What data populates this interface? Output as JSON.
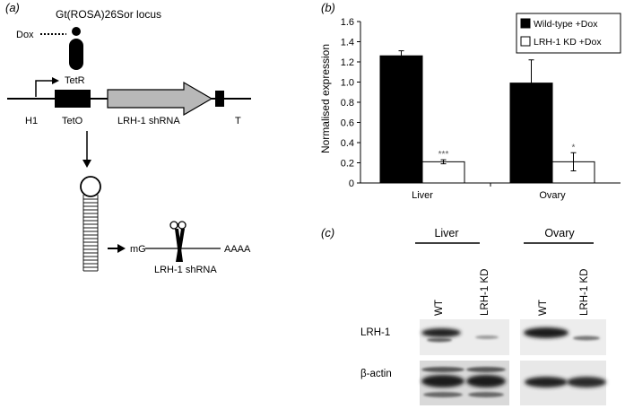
{
  "panel_a": {
    "label": "(a)",
    "locus_title": "Gt(ROSA)26Sor locus",
    "dox_label": "Dox",
    "tetr_label": "TetR",
    "h1_label": "H1",
    "teto_label": "TetO",
    "shrna_label": "LRH-1 shRNA",
    "t_label": "T",
    "mg_label": "mG",
    "polya_label": "AAAA",
    "mrna_label": "LRH-1 shRNA"
  },
  "panel_b": {
    "label": "(b)",
    "chart_data": {
      "type": "bar",
      "categories": [
        "Liver",
        "Ovary"
      ],
      "series": [
        {
          "name": "Wild-type +Dox",
          "values": [
            1.26,
            0.99
          ],
          "errors": [
            0.05,
            0.23
          ],
          "color": "#000000"
        },
        {
          "name": "LRH-1 KD +Dox",
          "values": [
            0.21,
            0.21
          ],
          "errors": [
            0.02,
            0.09
          ],
          "color": "#ffffff"
        }
      ],
      "significance": [
        "***",
        "*"
      ],
      "ylabel": "Normalised expression",
      "xlabel": "",
      "ylim": [
        0,
        1.6
      ],
      "yticks": [
        "0",
        "0.2",
        "0.4",
        "0.6",
        "0.8",
        "1.0",
        "1.2",
        "1.4",
        "1.6"
      ],
      "grid": false,
      "legend_position": "top-right"
    }
  },
  "panel_c": {
    "label": "(c)",
    "group_labels": [
      "Liver",
      "Ovary"
    ],
    "lane_labels": [
      "WT",
      "LRH-1 KD",
      "WT",
      "LRH-1 KD"
    ],
    "row_labels": [
      "LRH-1",
      "β-actin"
    ]
  }
}
